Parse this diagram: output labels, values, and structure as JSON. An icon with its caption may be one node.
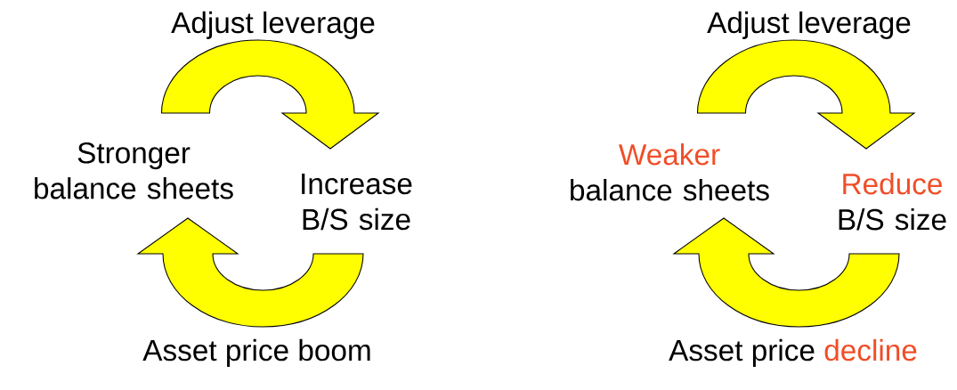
{
  "diagram": {
    "nodes": [
      {
        "text": [
          "Stronger balance sheets"
        ]
      },
      {
        "text": [
          "Increase B/S size"
        ]
      },
      {
        "text": [
          "Weaker balance sheets"
        ]
      },
      {
        "text": [
          "Reduce B/S size"
        ]
      }
    ],
    "edges": [
      {
        "from": 0,
        "to": 1,
        "arrow": "to",
        "label": "Adjust leverage"
      },
      {
        "from": 1,
        "to": 0,
        "arrow": "to",
        "label": "Asset price boom"
      },
      {
        "from": 2,
        "to": 3,
        "arrow": "to",
        "label": "Adjust leverage"
      },
      {
        "from": 3,
        "to": 2,
        "arrow": "to",
        "label": "Asset price decline"
      }
    ]
  }
}
